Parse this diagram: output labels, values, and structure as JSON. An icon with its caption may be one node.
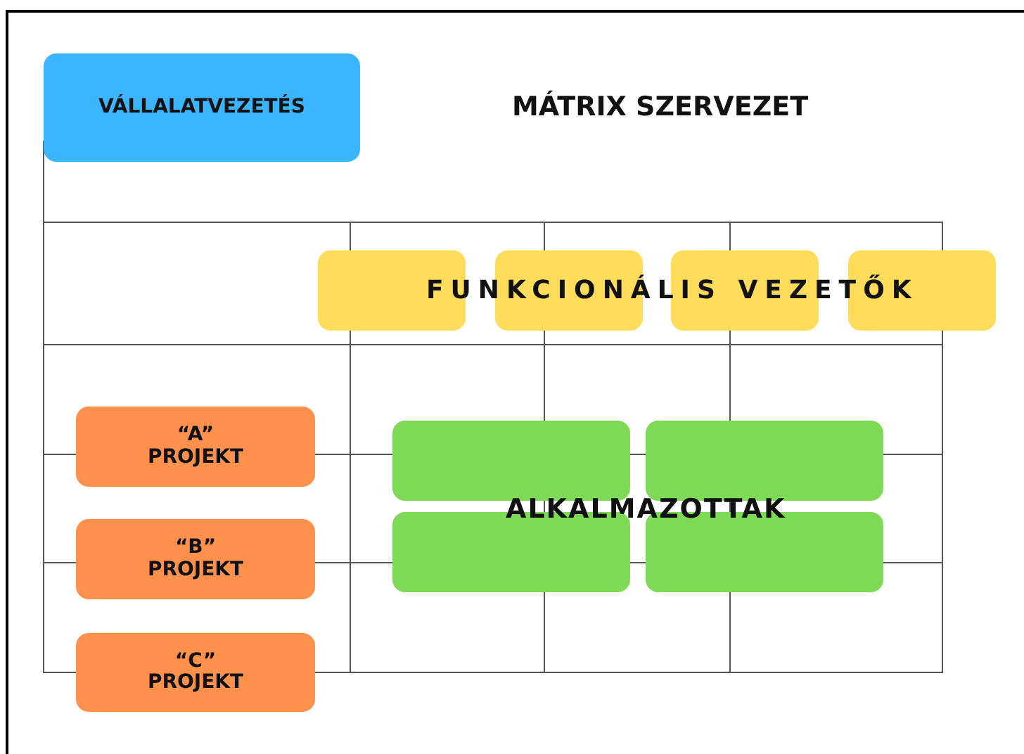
{
  "diagram": {
    "title": "MÁTRIX SZERVEZET",
    "nodes": [
      {
        "text": [
          "VÁLLALATVEZETÉS"
        ]
      },
      {
        "text": [],
        "shape": "box"
      },
      {
        "text": [],
        "shape": "box"
      },
      {
        "text": [],
        "shape": "box"
      },
      {
        "text": [],
        "shape": "box"
      },
      {
        "text": [],
        "shape": "box"
      },
      {
        "text": [],
        "shape": "box"
      },
      {
        "text": [],
        "shape": "box"
      },
      {
        "text": [],
        "shape": "box"
      },
      {
        "text": [
          "“A” PROJEKT"
        ]
      },
      {
        "text": [
          "“B” PROJEKT"
        ]
      },
      {
        "text": [
          "“C” PROJEKT"
        ]
      }
    ],
    "labels": [
      "FUNKCIONÁLIS VEZETŐK",
      "ALKALMAZOTTAK"
    ]
  }
}
